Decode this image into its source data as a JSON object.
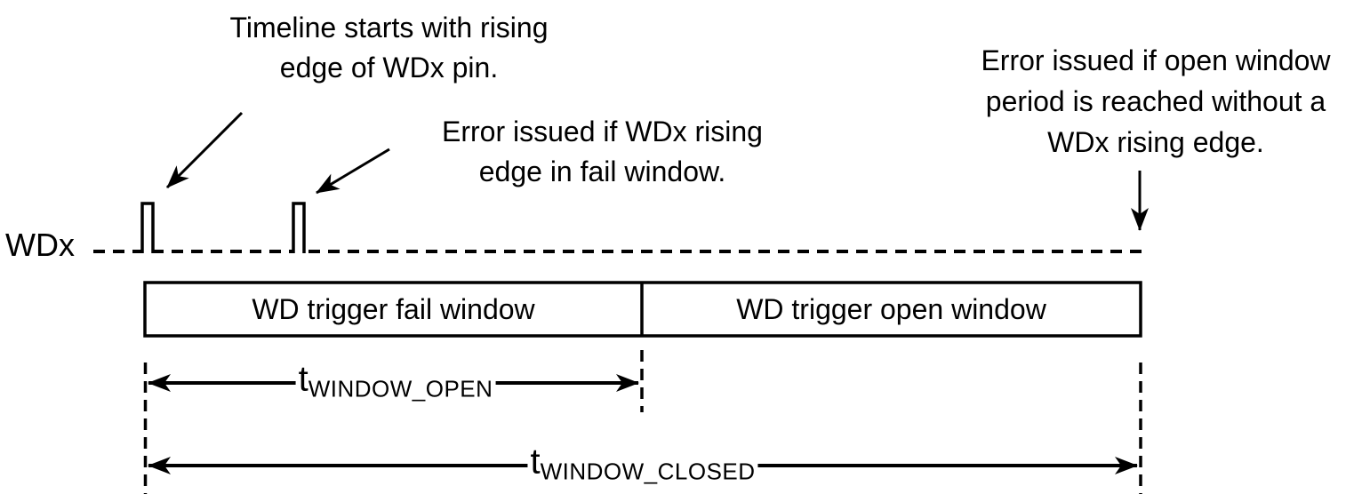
{
  "signal_label": "WDx",
  "annotations": {
    "timeline_start": {
      "lines": [
        "Timeline starts with rising",
        "edge of WDx pin."
      ]
    },
    "fail_window_error": {
      "lines": [
        "Error issued if WDx rising",
        "edge in fail window."
      ]
    },
    "open_window_error": {
      "lines": [
        "Error issued if open window",
        "period is reached without a",
        "WDx rising edge."
      ]
    }
  },
  "windows": {
    "fail_label": "WD trigger fail window",
    "open_label": "WD trigger open window"
  },
  "timing_labels": {
    "window_open": {
      "symbol": "t",
      "subscript": "WINDOW_OPEN"
    },
    "window_closed": {
      "symbol": "t",
      "subscript": "WINDOW_CLOSED"
    }
  },
  "colors": {
    "ink": "#000000",
    "background": "#ffffff"
  }
}
